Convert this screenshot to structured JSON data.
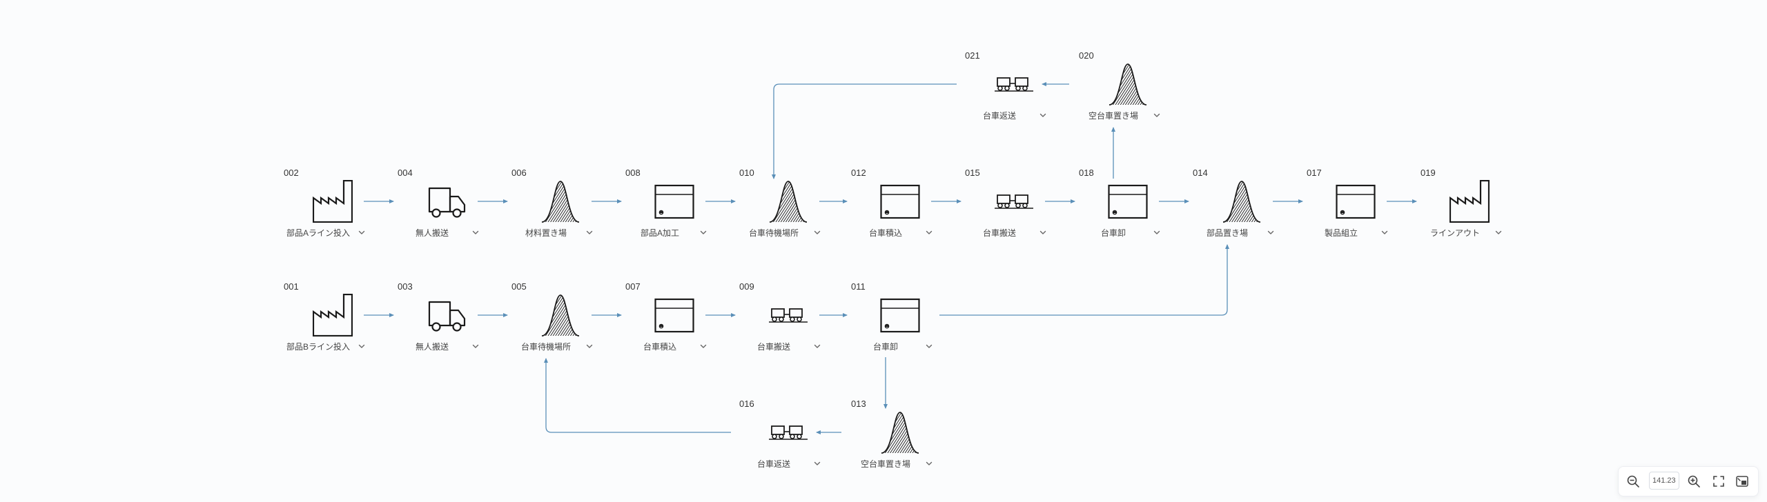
{
  "process_flow": {
    "nodes": [
      {
        "id": "002",
        "label": "部品Aライン投入",
        "type": "factory"
      },
      {
        "id": "004",
        "label": "無人搬送",
        "type": "truck"
      },
      {
        "id": "006",
        "label": "材料置き場",
        "type": "stock"
      },
      {
        "id": "008",
        "label": "部品A加工",
        "type": "process"
      },
      {
        "id": "010",
        "label": "台車待機場所",
        "type": "stock"
      },
      {
        "id": "012",
        "label": "台車積込",
        "type": "process"
      },
      {
        "id": "015",
        "label": "台車搬送",
        "type": "cart"
      },
      {
        "id": "018",
        "label": "台車卸",
        "type": "process"
      },
      {
        "id": "014",
        "label": "部品置き場",
        "type": "stock"
      },
      {
        "id": "017",
        "label": "製品組立",
        "type": "process"
      },
      {
        "id": "019",
        "label": "ラインアウト",
        "type": "factory"
      },
      {
        "id": "001",
        "label": "部品Bライン投入",
        "type": "factory"
      },
      {
        "id": "003",
        "label": "無人搬送",
        "type": "truck"
      },
      {
        "id": "005",
        "label": "台車待機場所",
        "type": "stock"
      },
      {
        "id": "007",
        "label": "台車積込",
        "type": "process"
      },
      {
        "id": "009",
        "label": "台車搬送",
        "type": "cart"
      },
      {
        "id": "011",
        "label": "台車卸",
        "type": "process"
      },
      {
        "id": "021",
        "label": "台車返送",
        "type": "cart"
      },
      {
        "id": "020",
        "label": "空台車置き場",
        "type": "stock"
      },
      {
        "id": "016",
        "label": "台車返送",
        "type": "cart"
      },
      {
        "id": "013",
        "label": "空台車置き場",
        "type": "stock"
      }
    ],
    "edges": [
      [
        "002",
        "004"
      ],
      [
        "004",
        "006"
      ],
      [
        "006",
        "008"
      ],
      [
        "008",
        "010"
      ],
      [
        "010",
        "012"
      ],
      [
        "012",
        "015"
      ],
      [
        "015",
        "018"
      ],
      [
        "018",
        "014"
      ],
      [
        "014",
        "017"
      ],
      [
        "017",
        "019"
      ],
      [
        "001",
        "003"
      ],
      [
        "003",
        "005"
      ],
      [
        "005",
        "007"
      ],
      [
        "007",
        "009"
      ],
      [
        "009",
        "011"
      ],
      [
        "011",
        "014"
      ],
      [
        "011",
        "013"
      ],
      [
        "013",
        "016"
      ],
      [
        "016",
        "005"
      ],
      [
        "018",
        "020"
      ],
      [
        "020",
        "021"
      ],
      [
        "021",
        "010"
      ]
    ],
    "icon_names": {
      "factory": "factory-icon",
      "truck": "truck-icon",
      "stock": "stock-pile-icon",
      "process": "process-box-icon",
      "cart": "cart-icon"
    },
    "colors": {
      "edge": "#5a8fb8",
      "icon": "#1a1a1a",
      "background": "#fbfcfd"
    }
  },
  "toolbar": {
    "zoom_value": "141.23",
    "zoom_out_icon": "zoom-out-icon",
    "zoom_in_icon": "zoom-in-icon",
    "fit_icon": "fit-screen-icon",
    "minimap_icon": "minimap-icon"
  }
}
